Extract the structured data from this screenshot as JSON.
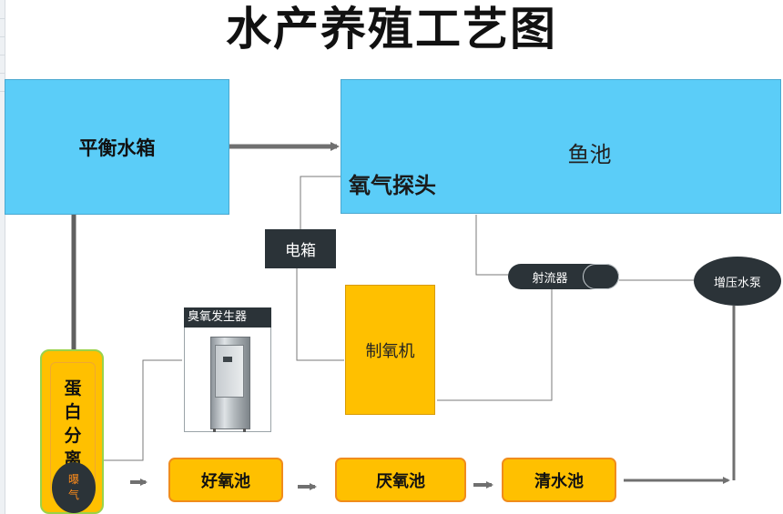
{
  "title": "水产养殖工艺图",
  "nodes": {
    "balance_tank": "平衡水箱",
    "fish_pond": "鱼池",
    "oxygen_probe": "氧气探头",
    "electric_box": "电箱",
    "ozone_generator": "臭氧发生器",
    "oxygen_maker": "制氧机",
    "ejector": "射流器",
    "booster_pump": "增压水泵",
    "protein_separator": "蛋白分离",
    "aeration": "曝气",
    "aerobic_pond": "好氧池",
    "anaerobic_pond": "厌氧池",
    "clear_pond": "清水池"
  },
  "colors": {
    "tank_blue": "#5bcdf8",
    "pond_orange": "#ffc000",
    "border_orange": "#f08c1c",
    "separator_border": "#9ad24a",
    "dark_node": "#2b3338",
    "wire_gray": "#707070",
    "pipe_gray": "#606060"
  }
}
